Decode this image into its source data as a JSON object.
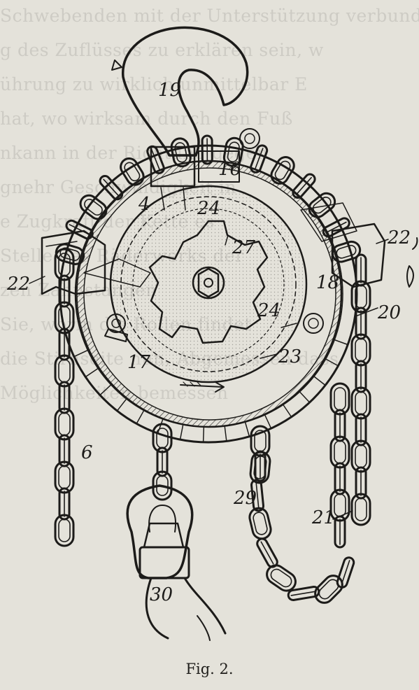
{
  "caption": "Fig. 2.",
  "background_text": [
    "Schwebenden mit der Unterstützung verbunden",
    "g des Zuflüsses zu erklären sein, w",
    "ührung zu wirklich unmittelbar E",
    "hat, wo wirksam durch den Fuß",
    "nkann in der Richtung gegen",
    "gnehr Geschwindigkeit in",
    "e Zugkraft der Kette es",
    "Stelle des Räderwerks der",
    "zen Zahnstangen",
    "Sie, worin die Rollen findet",
    "die Stirnseite nun, Abgemessen dass",
    "Möglichkeiten bemessen"
  ],
  "labels": {
    "l19": "19",
    "l16": "16",
    "l4": "4",
    "l24a": "24",
    "l27": "27",
    "l22a": "22",
    "l22b": "22",
    "l18": "18",
    "l20": "20",
    "l24b": "24",
    "l17": "17",
    "l23": "23",
    "l6": "6",
    "l29": "29",
    "l21": "21",
    "l30": "30"
  },
  "colors": {
    "paper": "#e4e2da",
    "ink": "#1c1b19"
  }
}
